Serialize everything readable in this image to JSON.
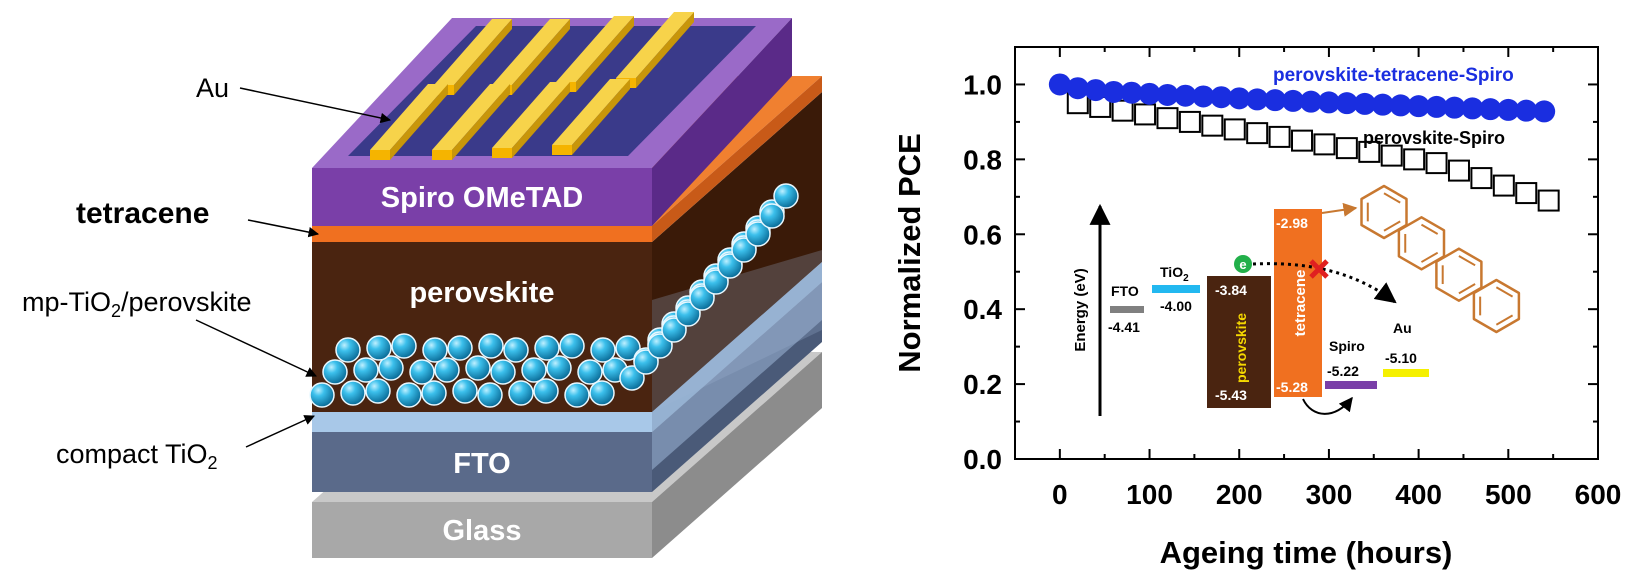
{
  "device": {
    "layers": {
      "spiro": "Spiro OMeTAD",
      "perovskite": "perovskite",
      "fto": "FTO",
      "glass": "Glass"
    },
    "callouts": {
      "au": "Au",
      "tetracene": "tetracene",
      "mp_main": "mp-TiO",
      "mp_sub": "2",
      "mp_rest": "/perovskite",
      "compact_main": "compact TiO",
      "compact_sub": "2"
    },
    "colors": {
      "au": "#f5c518",
      "spiro": "#7a3fa8",
      "tetracene": "#f07020",
      "perovskite": "#4a2410",
      "tio2_particle": "#22a8d8",
      "compact": "#a8c8e8",
      "fto": "#5a6a8a",
      "glass": "#a8a8a8"
    }
  },
  "chart_data": {
    "type": "scatter",
    "xlabel": "Ageing time (hours)",
    "ylabel": "Normalized PCE",
    "xlim": [
      -50,
      600
    ],
    "ylim": [
      0.0,
      1.1
    ],
    "xticks": [
      0,
      100,
      200,
      300,
      400,
      500,
      600
    ],
    "yticks": [
      0.0,
      0.2,
      0.4,
      0.6,
      0.8,
      1.0
    ],
    "xtick_labels": [
      "0",
      "100",
      "200",
      "300",
      "400",
      "500",
      "600"
    ],
    "ytick_labels": [
      "0.0",
      "0.2",
      "0.4",
      "0.6",
      "0.8",
      "1.0"
    ],
    "series": [
      {
        "name": "perovskite-tetracene-Spiro",
        "color": "#1a2ee0",
        "marker": "filled-circle",
        "x": [
          0,
          20,
          40,
          60,
          80,
          100,
          120,
          140,
          160,
          180,
          200,
          220,
          240,
          260,
          280,
          300,
          320,
          340,
          360,
          380,
          400,
          420,
          440,
          460,
          480,
          500,
          520,
          540
        ],
        "y": [
          1.0,
          0.99,
          0.985,
          0.98,
          0.978,
          0.975,
          0.972,
          0.97,
          0.968,
          0.966,
          0.963,
          0.96,
          0.958,
          0.956,
          0.954,
          0.952,
          0.95,
          0.948,
          0.946,
          0.944,
          0.942,
          0.94,
          0.938,
          0.936,
          0.934,
          0.932,
          0.93,
          0.928
        ]
      },
      {
        "name": "perovskite-Spiro",
        "color": "#000000",
        "marker": "open-square",
        "x": [
          20,
          45,
          70,
          95,
          120,
          145,
          170,
          195,
          220,
          245,
          270,
          295,
          320,
          345,
          370,
          395,
          420,
          445,
          470,
          495,
          520,
          545
        ],
        "y": [
          0.95,
          0.94,
          0.93,
          0.92,
          0.91,
          0.9,
          0.89,
          0.88,
          0.87,
          0.86,
          0.85,
          0.84,
          0.83,
          0.82,
          0.81,
          0.8,
          0.79,
          0.77,
          0.75,
          0.73,
          0.71,
          0.69
        ]
      }
    ],
    "inset": {
      "energy_axis_label": "Energy (eV)",
      "fto": {
        "label": "FTO",
        "value": "-4.41",
        "color": "#808080"
      },
      "tio2": {
        "label_main": "TiO",
        "label_sub": "2",
        "value": "-4.00",
        "color": "#22b8f0"
      },
      "perovskite": {
        "label": "perovskite",
        "top": "-3.84",
        "bottom": "-5.43",
        "color": "#4a2410",
        "text_color": "#f5d800"
      },
      "tetracene": {
        "label": "tetracene",
        "top": "-2.98",
        "bottom": "-5.28",
        "color": "#f07020"
      },
      "spiro": {
        "label": "Spiro",
        "value": "-5.22",
        "color": "#7a3fa8"
      },
      "au": {
        "label": "Au",
        "value": "-5.10",
        "color": "#f5f000"
      },
      "electron": {
        "label": "e",
        "color": "#22b04a"
      },
      "block_color": "#e02020",
      "molecule_color": "#c87830"
    }
  }
}
